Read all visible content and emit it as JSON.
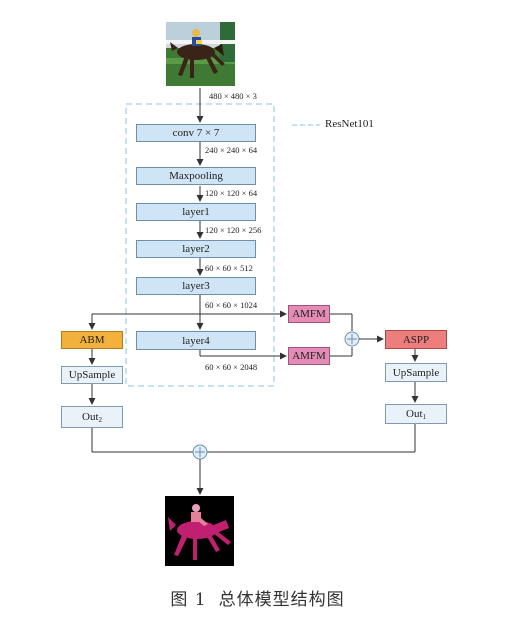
{
  "diagram": {
    "input_size": "480 × 480 × 3",
    "backbone_label": "ResNet101",
    "blocks": {
      "conv": "conv 7 × 7",
      "maxpool": "Maxpooling",
      "layer1": "layer1",
      "layer2": "layer2",
      "layer3": "layer3",
      "layer4": "layer4",
      "amfm_top": "AMFM",
      "amfm_bottom": "AMFM",
      "abm": "ABM",
      "aspp": "ASPP",
      "upsample_left": "UpSample",
      "upsample_right": "UpSample",
      "out_left": "Out",
      "out_left_sub": "2",
      "out_right": "Out",
      "out_right_sub": "1"
    },
    "dims": {
      "after_conv": "240 × 240 × 64",
      "after_maxpool": "120 × 120 × 64",
      "after_layer1": "120 × 120 × 256",
      "after_layer2": "60 × 60 × 512",
      "after_layer3": "60 × 60 × 1024",
      "after_layer4": "60 × 60 × 2048"
    },
    "colors": {
      "block": "#cfe4f5",
      "amfm": "#e58bb7",
      "abm": "#f2b13b",
      "aspp": "#ee7d7d",
      "dashed_border": "#8ec5e6"
    }
  },
  "caption": {
    "figure_number": "图 1",
    "title": "总体模型结构图"
  }
}
